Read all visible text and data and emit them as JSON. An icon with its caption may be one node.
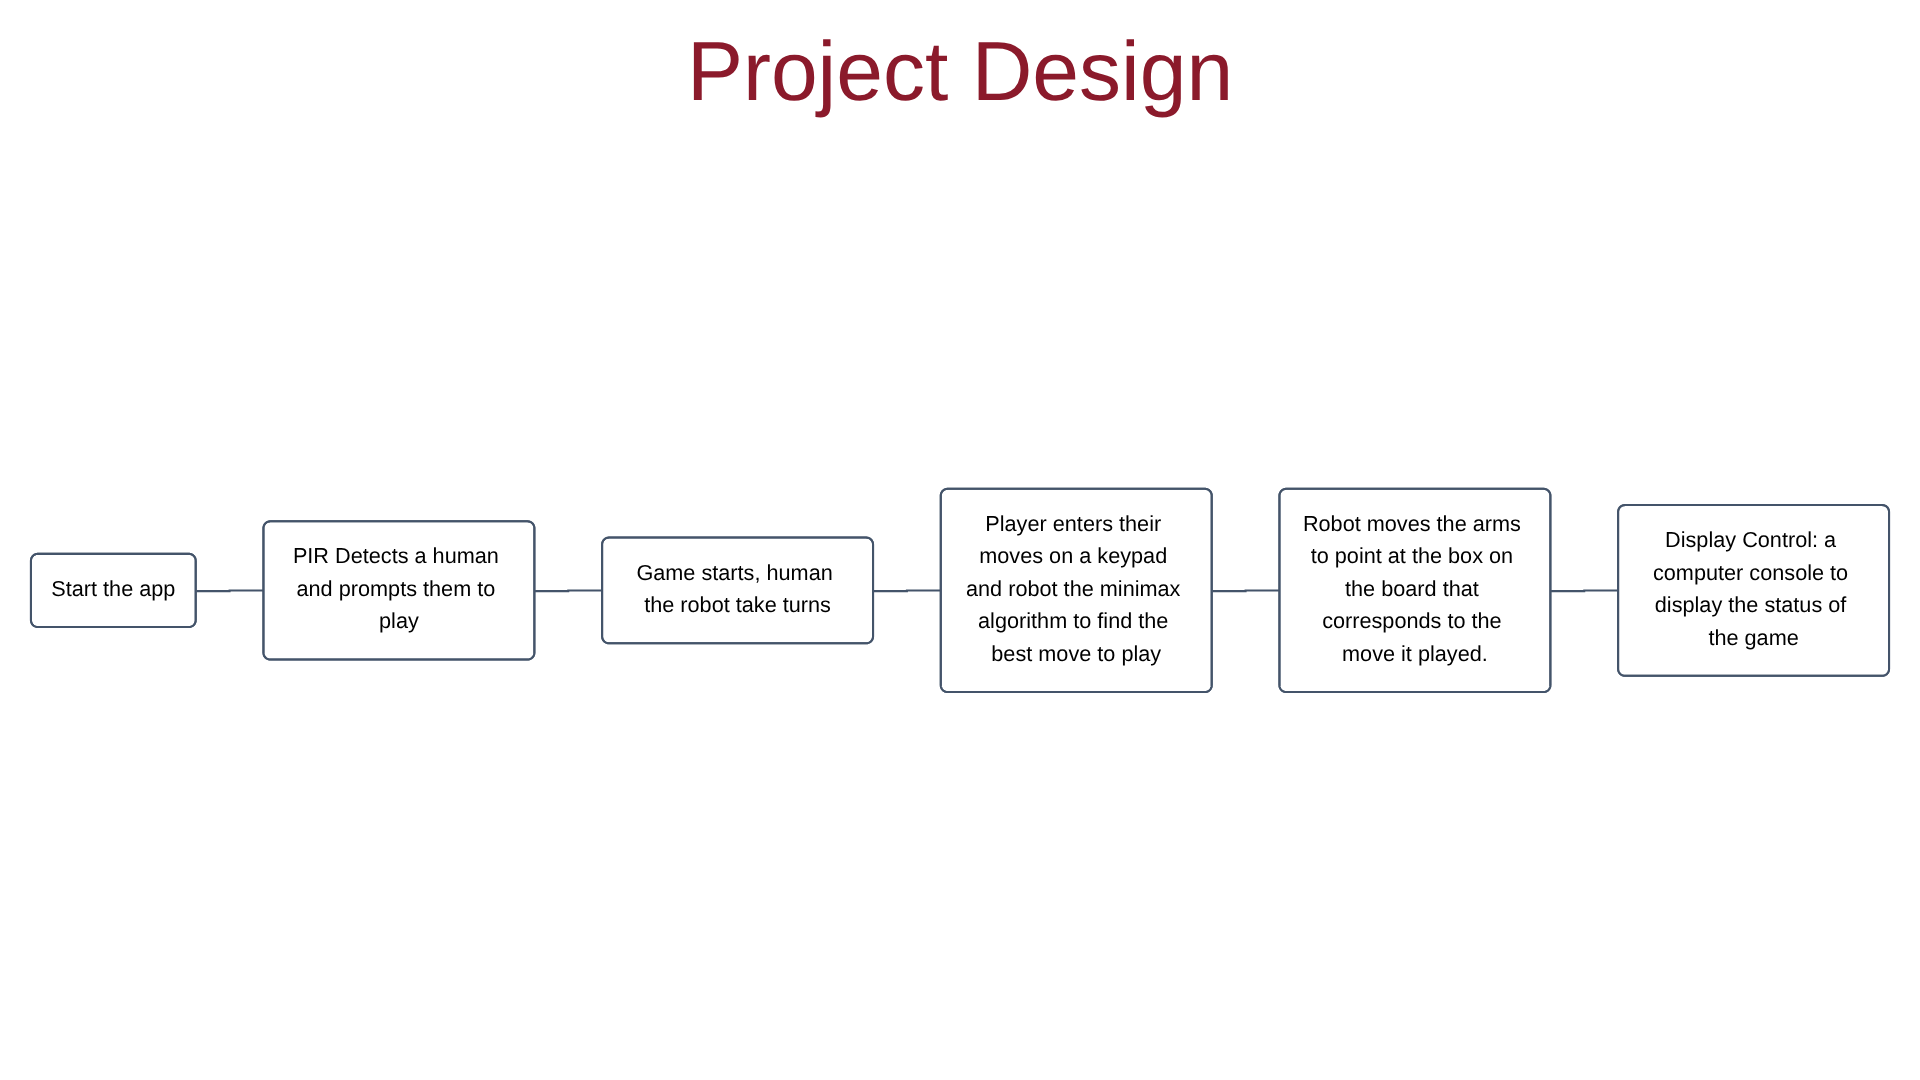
{
  "diagram": {
    "title": "Project Design",
    "nodes": [
      {
        "text": [
          "Start the app"
        ]
      },
      {
        "text": [
          "PIR Detects a human and prompts them to play"
        ]
      },
      {
        "text": [
          "Game starts, human the robot take turns"
        ]
      },
      {
        "text": [
          "Player enters their moves on a keypad and robot the minimax algorithm to find the best move to play"
        ]
      },
      {
        "text": [
          "Robot moves the arms to point at the box on the board that corresponds to the move it played."
        ]
      },
      {
        "text": [
          "Display Control: a computer console to display the status of the game"
        ]
      }
    ],
    "edges": [
      {
        "from": 0,
        "to": 1,
        "arrow": "none"
      },
      {
        "from": 1,
        "to": 2,
        "arrow": "none"
      },
      {
        "from": 2,
        "to": 3,
        "arrow": "none"
      },
      {
        "from": 3,
        "to": 4,
        "arrow": "none"
      },
      {
        "from": 4,
        "to": 5,
        "arrow": "none"
      }
    ]
  }
}
